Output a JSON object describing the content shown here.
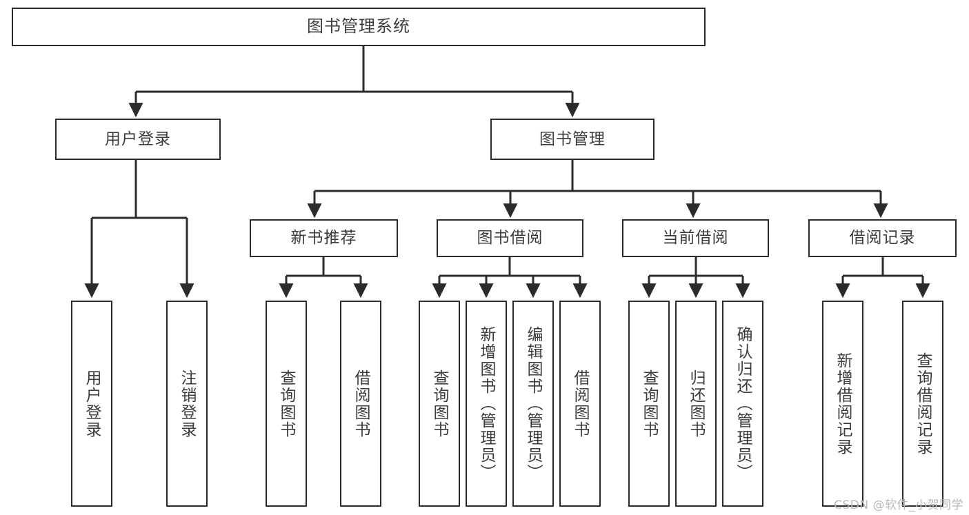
{
  "diagram": {
    "type": "tree",
    "title": "图书管理系统",
    "watermark": "CSDN @软件_小贺同学",
    "colors": {
      "stroke": "#2b2b2b",
      "text": "#3c3c3c",
      "background": "#ffffff",
      "watermark": "#b9b9b9"
    },
    "nodes": {
      "root": {
        "label": "图书管理系统"
      },
      "level2": [
        {
          "id": "user-login",
          "label": "用户登录"
        },
        {
          "id": "book-manage",
          "label": "图书管理"
        }
      ],
      "level3": [
        {
          "id": "new-book-recommend",
          "label": "新书推荐"
        },
        {
          "id": "book-borrow",
          "label": "图书借阅"
        },
        {
          "id": "current-borrow",
          "label": "当前借阅"
        },
        {
          "id": "borrow-record",
          "label": "借阅记录"
        }
      ],
      "leaves": [
        {
          "id": "leaf-user-login",
          "label": "用户登录",
          "parent": "user-login"
        },
        {
          "id": "leaf-logout",
          "label": "注销登录",
          "parent": "user-login"
        },
        {
          "id": "leaf-query-book-1",
          "label": "查询图书",
          "parent": "new-book-recommend"
        },
        {
          "id": "leaf-borrow-book-1",
          "label": "借阅图书",
          "parent": "new-book-recommend"
        },
        {
          "id": "leaf-query-book-2",
          "label": "查询图书",
          "parent": "book-borrow"
        },
        {
          "id": "leaf-add-book",
          "label": "新增图书（管理员）",
          "parent": "book-borrow"
        },
        {
          "id": "leaf-edit-book",
          "label": "编辑图书（管理员）",
          "parent": "book-borrow"
        },
        {
          "id": "leaf-borrow-book-2",
          "label": "借阅图书",
          "parent": "book-borrow"
        },
        {
          "id": "leaf-query-book-3",
          "label": "查询图书",
          "parent": "current-borrow"
        },
        {
          "id": "leaf-return-book",
          "label": "归还图书",
          "parent": "current-borrow"
        },
        {
          "id": "leaf-confirm-return",
          "label": "确认归还（管理员）",
          "parent": "current-borrow"
        },
        {
          "id": "leaf-add-record",
          "label": "新增借阅记录",
          "parent": "borrow-record"
        },
        {
          "id": "leaf-query-record",
          "label": "查询借阅记录",
          "parent": "borrow-record"
        }
      ]
    }
  }
}
